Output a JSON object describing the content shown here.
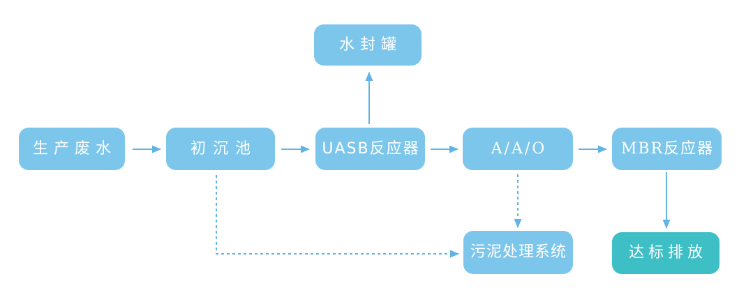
{
  "diagram": {
    "type": "flowchart",
    "subject": "wastewater-treatment-process",
    "nodes": {
      "production_wastewater": {
        "label": "生产废水"
      },
      "primary_sedimentation_tank": {
        "label": "初沉池"
      },
      "uasb_reactor": {
        "label": "UASB反应器"
      },
      "aao_process": {
        "label": "A/A/O"
      },
      "mbr_reactor": {
        "label": "MBR反应器"
      },
      "water_seal_tank": {
        "label": "水封罐"
      },
      "sludge_treatment_system": {
        "label": "污泥处理系统"
      },
      "compliant_discharge": {
        "label": "达标排放"
      }
    },
    "edges": [
      {
        "from": "production_wastewater",
        "to": "primary_sedimentation_tank",
        "style": "solid",
        "direction": "right"
      },
      {
        "from": "primary_sedimentation_tank",
        "to": "uasb_reactor",
        "style": "solid",
        "direction": "right"
      },
      {
        "from": "uasb_reactor",
        "to": "aao_process",
        "style": "solid",
        "direction": "right"
      },
      {
        "from": "aao_process",
        "to": "mbr_reactor",
        "style": "solid",
        "direction": "right"
      },
      {
        "from": "uasb_reactor",
        "to": "water_seal_tank",
        "style": "solid",
        "direction": "up"
      },
      {
        "from": "mbr_reactor",
        "to": "compliant_discharge",
        "style": "solid",
        "direction": "down"
      },
      {
        "from": "aao_process",
        "to": "sludge_treatment_system",
        "style": "dashed",
        "direction": "down"
      },
      {
        "from": "primary_sedimentation_tank",
        "to": "sludge_treatment_system",
        "style": "dashed",
        "direction": "down-right"
      }
    ],
    "colors": {
      "node_fill": "#7cc6ec",
      "accent_fill": "#3ebec5",
      "arrow": "#5fb3e6",
      "text": "#ffffff",
      "background": "#ffffff"
    }
  }
}
